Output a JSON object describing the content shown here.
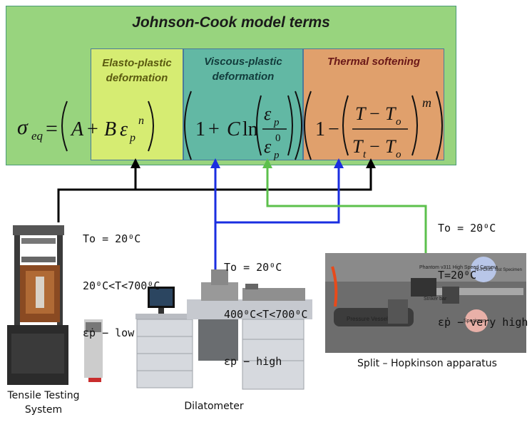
{
  "title": "Johnson-Cook model terms",
  "terms": {
    "elasto": "Elasto-plastic deformation",
    "viscous": "Viscous-plastic deformation",
    "thermal": "Thermal softening"
  },
  "equation": {
    "lhs": "σeq =",
    "term1": "(A + Bεpⁿ)",
    "term2": "1 + C ln(εp/εp0)",
    "term3": "1 − ((T − To)/(Tt − To))ᵐ"
  },
  "conditions": {
    "tensile": [
      "To = 20⁰C",
      "20⁰C<T<700⁰C",
      "ε̇p − low"
    ],
    "dilatometer": [
      "To = 20⁰C",
      "400⁰C<T<700⁰C",
      "εp − high"
    ],
    "hopkinson": [
      "To = 20⁰C",
      "T=20⁰C",
      "ε̇p − very high"
    ]
  },
  "captions": {
    "tensile": "Tensile Testing System",
    "dilatometer": "Dilatometer",
    "hopkinson": "Split – Hopkinson apparatus"
  },
  "photo_labels": {
    "pressure_vessel": "Pressure Vessel",
    "camera": "Phantom v311 High Speed Camera",
    "striker": "Striker bar",
    "specimen": "Specimen",
    "ni_pdms": "Ni-PDMS Test Specimen"
  },
  "colors": {
    "outer": "#98d47e",
    "elasto": "#d6ec72",
    "viscous": "#62b8a4",
    "thermal": "#e0a06c",
    "tensile_arrow": "#000000",
    "dilatometer_arrow": "#1a2ee0",
    "hopkinson_arrow": "#5cc04c"
  }
}
